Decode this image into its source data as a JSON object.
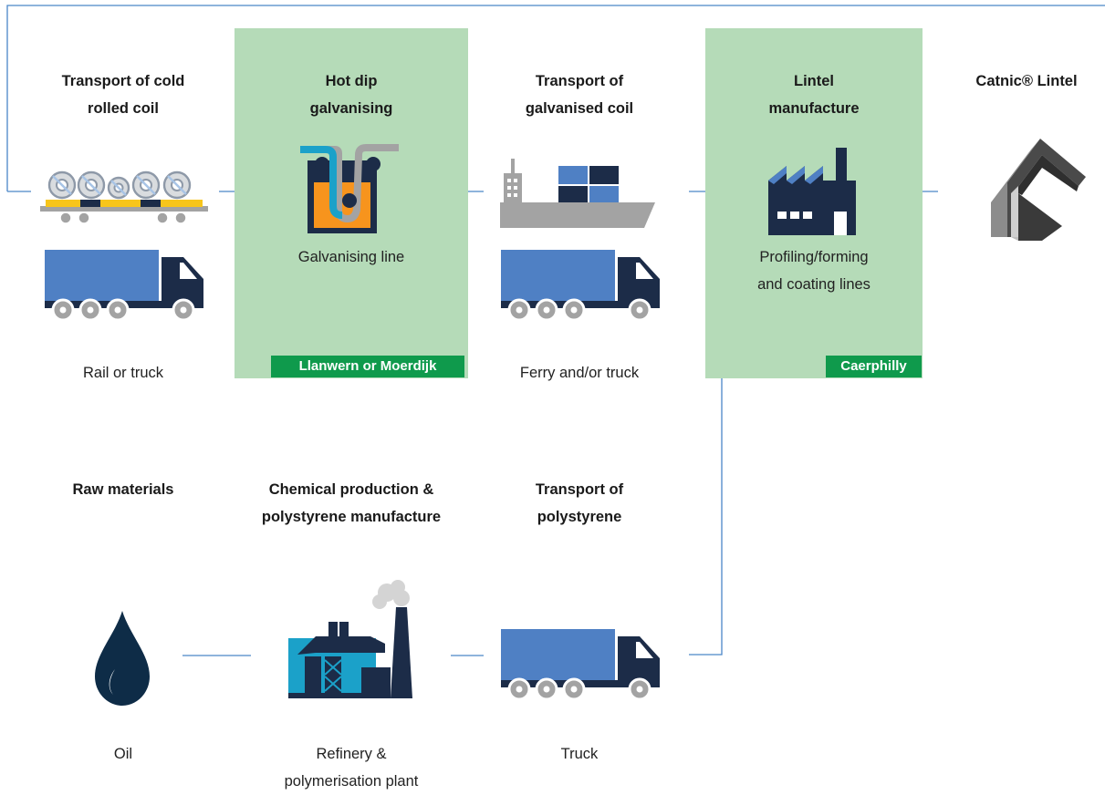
{
  "colors": {
    "panel_green": "#b5dbb8",
    "badge_green": "#0f9a4c",
    "connector_blue": "#4a86c8",
    "navy": "#1c2c48",
    "mid_blue": "#4f80c4",
    "light_blue": "#a8c4e6",
    "orange": "#f7941d",
    "teal": "#1ba1c9",
    "grey": "#a3a3a3"
  },
  "stages": {
    "transport_cold_coil": {
      "title": "Transport of cold\nrolled coil",
      "label": "Rail or truck",
      "icons": [
        "rail-wagon-icon",
        "truck-icon"
      ]
    },
    "hot_dip_galvanising": {
      "title": "Hot dip\ngalvanising",
      "label": "Galvanising line",
      "location": "Llanwern or Moerdijk",
      "icons": [
        "galvanising-bath-icon"
      ]
    },
    "transport_galvanised_coil": {
      "title": "Transport of\ngalvanised coil",
      "label": "Ferry and/or truck",
      "icons": [
        "ship-icon",
        "truck-icon"
      ]
    },
    "lintel_manufacture": {
      "title": "Lintel\nmanufacture",
      "label": "Profiling/forming\nand coating lines",
      "location": "Caerphilly",
      "icons": [
        "factory-icon"
      ]
    },
    "catnic_lintel": {
      "title": "Catnic® Lintel",
      "icons": [
        "lintel-icon"
      ]
    },
    "raw_materials": {
      "title": "Raw materials",
      "label": "Oil",
      "icons": [
        "oil-drop-icon"
      ]
    },
    "chemical_production": {
      "title": "Chemical production &\npolystyrene manufacture",
      "label": "Refinery &\npolymerisation plant",
      "icons": [
        "refinery-icon"
      ]
    },
    "transport_polystyrene": {
      "title": "Transport of\npolystyrene",
      "label": "Truck",
      "icons": [
        "truck-icon"
      ]
    }
  }
}
